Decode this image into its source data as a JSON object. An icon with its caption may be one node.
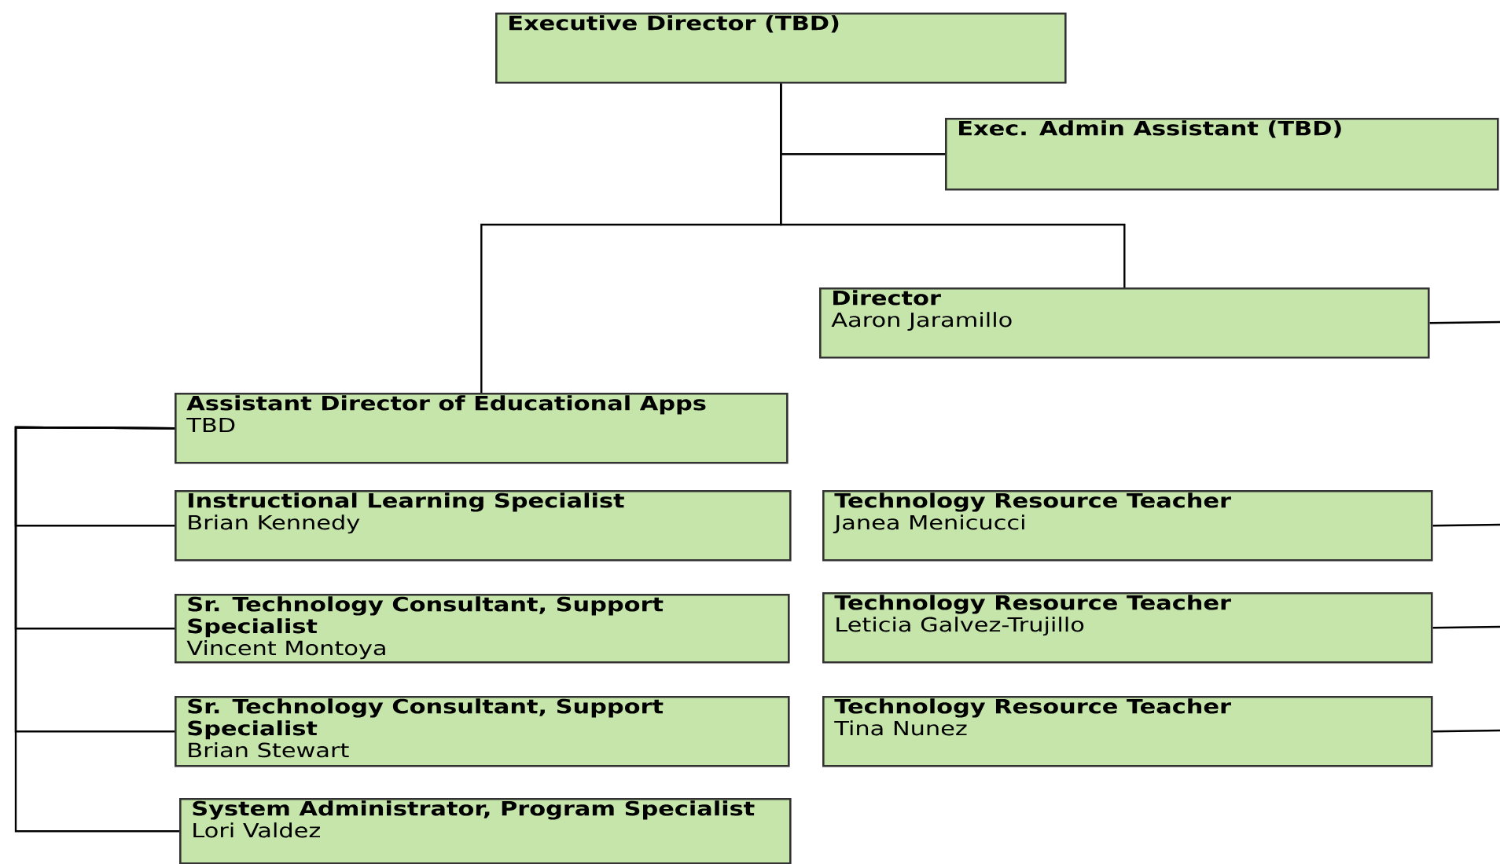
{
  "diagram": {
    "nodes": [
      {
        "text": [
          "Executive Director (TBD)"
        ]
      },
      {
        "text": [
          "Exec. Admin Assistant (TBD)"
        ]
      },
      {
        "text": [
          "Director",
          "Aaron Jaramillo"
        ]
      },
      {
        "text": [
          "Assistant Director of Educational Apps",
          "TBD"
        ]
      },
      {
        "text": [
          "Instructional Learning Specialist",
          "Brian Kennedy"
        ]
      },
      {
        "text": [
          "Technology Resource Teacher",
          "Janea Menicucci"
        ]
      },
      {
        "text": [
          "Sr. Technology Consultant, Support Specialist",
          "Vincent Montoya"
        ]
      },
      {
        "text": [
          "Technology Resource Teacher",
          "Leticia Galvez-Trujillo"
        ]
      },
      {
        "text": [
          "Sr. Technology Consultant, Support Specialist",
          "Brian Stewart"
        ]
      },
      {
        "text": [
          "Technology Resource Teacher",
          "Tina Nunez"
        ]
      },
      {
        "text": [
          "System Administrator, Program Specialist",
          "Lori Valdez"
        ]
      }
    ],
    "edges": [
      {
        "from": 0,
        "to": 1,
        "arrow": "none"
      },
      {
        "from": 0,
        "to": 2,
        "arrow": "none"
      },
      {
        "from": 0,
        "to": 3,
        "arrow": "none"
      },
      {
        "from": 2,
        "to": null,
        "arrow": "none"
      },
      {
        "from": 3,
        "to": 4,
        "arrow": "none"
      },
      {
        "from": 3,
        "to": 6,
        "arrow": "none"
      },
      {
        "from": 3,
        "to": 8,
        "arrow": "none"
      },
      {
        "from": 3,
        "to": 10,
        "arrow": "none"
      },
      {
        "from": 5,
        "to": null,
        "arrow": "none"
      },
      {
        "from": 7,
        "to": null,
        "arrow": "none"
      },
      {
        "from": 9,
        "to": null,
        "arrow": "none"
      }
    ]
  }
}
